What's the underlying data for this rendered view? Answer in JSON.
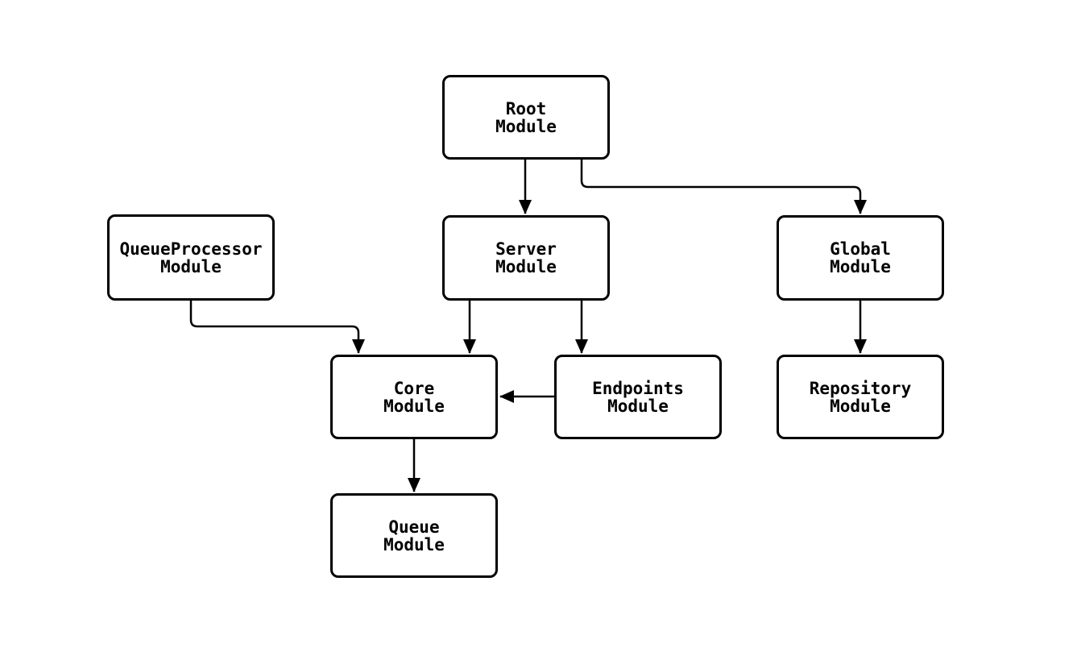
{
  "page": {
    "background_color": "#ffffff"
  },
  "diagram": {
    "type": "flowchart",
    "direction": "top-down",
    "style": {
      "node_fill": "#ffffff",
      "node_border_color": "#000000",
      "node_text_color": "#000000",
      "edge_color": "#000000",
      "arrowhead": "solid-triangle"
    },
    "nodes": [
      {
        "id": "root",
        "label": "Root\nModule"
      },
      {
        "id": "queueprocessor",
        "label": "QueueProcessor\nModule"
      },
      {
        "id": "server",
        "label": "Server\nModule"
      },
      {
        "id": "global",
        "label": "Global\nModule"
      },
      {
        "id": "core",
        "label": "Core\nModule"
      },
      {
        "id": "endpoints",
        "label": "Endpoints\nModule"
      },
      {
        "id": "repository",
        "label": "Repository\nModule"
      },
      {
        "id": "queue",
        "label": "Queue\nModule"
      }
    ],
    "edges": [
      {
        "from": "root",
        "to": "server"
      },
      {
        "from": "root",
        "to": "global"
      },
      {
        "from": "queueprocessor",
        "to": "core"
      },
      {
        "from": "server",
        "to": "core"
      },
      {
        "from": "server",
        "to": "endpoints"
      },
      {
        "from": "endpoints",
        "to": "core"
      },
      {
        "from": "core",
        "to": "queue"
      },
      {
        "from": "global",
        "to": "repository"
      }
    ]
  }
}
